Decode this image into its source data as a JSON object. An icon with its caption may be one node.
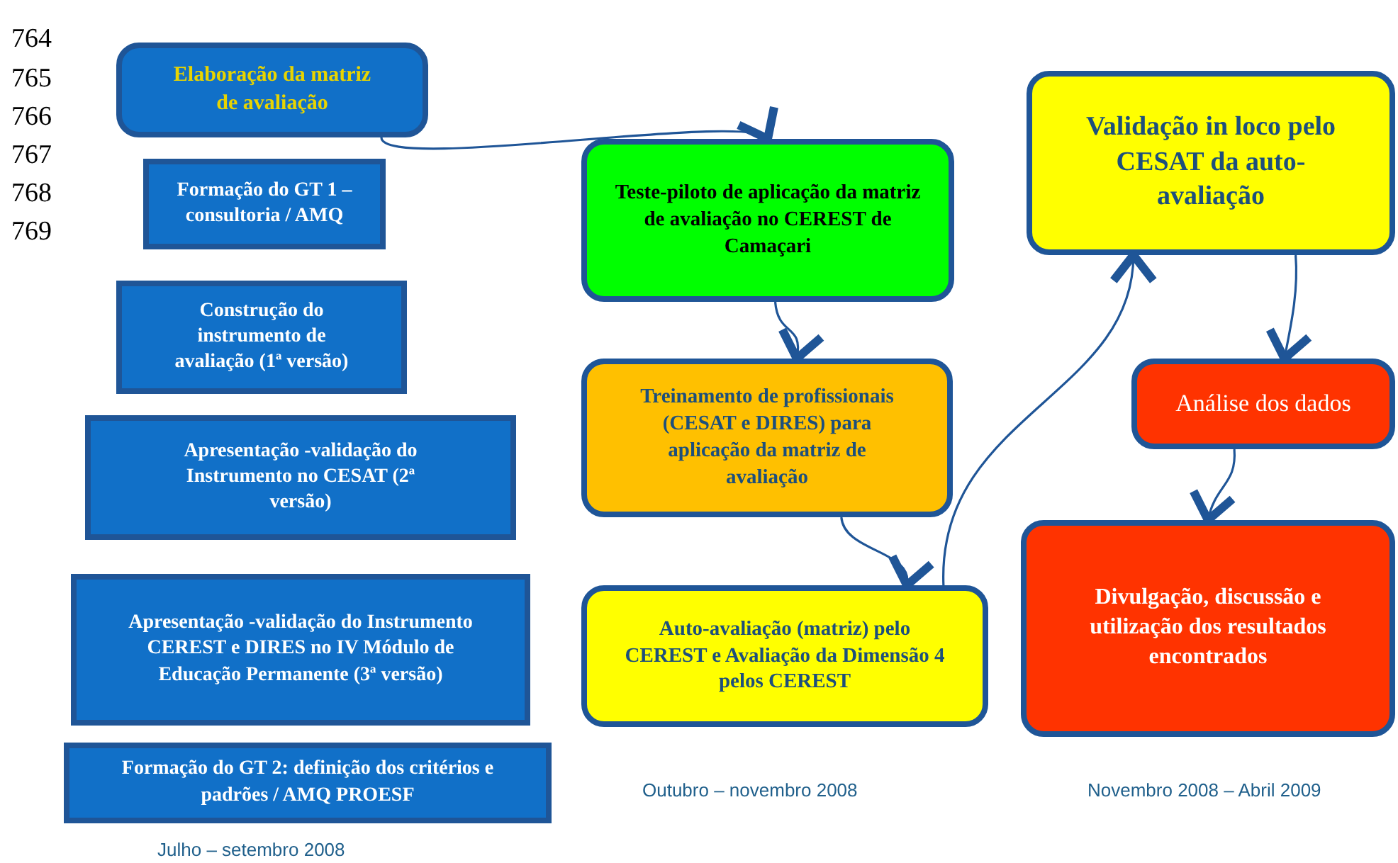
{
  "diagram": {
    "nodes": [
      {
        "text": [
          "Elaboração da matriz de avaliação"
        ]
      },
      {
        "text": [
          "Formação do GT 1 – consultoria / AMQ"
        ]
      },
      {
        "text": [
          "Construção do instrumento de avaliação (1ª versão)"
        ]
      },
      {
        "text": [
          "Apresentação -validação do Instrumento no CESAT (2ª versão)"
        ]
      },
      {
        "text": [
          "Apresentação -validação do Instrumento CEREST e DIRES no IV Módulo de Educação Permanente (3ª versão)"
        ]
      },
      {
        "text": [
          "Formação do GT 2: definição dos critérios e padrões / AMQ PROESF"
        ]
      },
      {
        "text": [
          "Teste-piloto de aplicação da matriz de avaliação no CEREST de Camaçari"
        ]
      },
      {
        "text": [
          "Treinamento de profissionais (CESAT e DIRES) para aplicação da matriz de avaliação"
        ]
      },
      {
        "text": [
          "Auto-avaliação (matriz) pelo CEREST e Avaliação da Dimensão 4 pelos CEREST"
        ]
      },
      {
        "text": [
          "Validação  in loco pelo CESAT da auto-avaliação"
        ]
      },
      {
        "text": [
          "Análise dos dados"
        ]
      },
      {
        "text": [
          "Divulgação, discussão e utilização dos resultados encontrados"
        ]
      }
    ],
    "edges": [
      {
        "from": 0,
        "to": 6,
        "arrow": "to"
      },
      {
        "from": 6,
        "to": 7,
        "arrow": "to"
      },
      {
        "from": 7,
        "to": 8,
        "arrow": "to"
      },
      {
        "from": 8,
        "to": 9,
        "arrow": "to"
      },
      {
        "from": 9,
        "to": 10,
        "arrow": "to"
      },
      {
        "from": 10,
        "to": 11,
        "arrow": "to"
      }
    ],
    "labels": [
      "764",
      "765",
      "766",
      "767",
      "768",
      "769",
      "Julho – setembro 2008",
      "Outubro – novembro 2008",
      "Novembro 2008 – Abril 2009"
    ]
  }
}
